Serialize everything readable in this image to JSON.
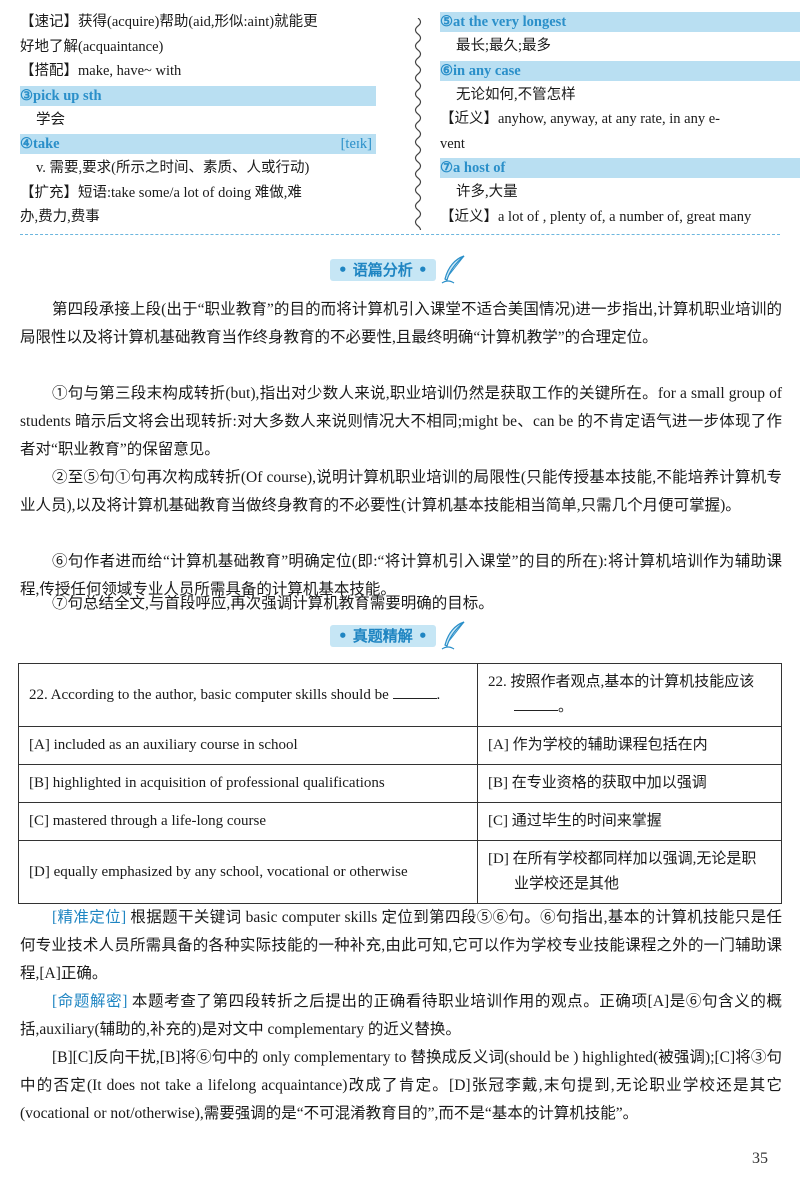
{
  "vocab_left": {
    "suji": "【速记】获得(acquire)帮助(aid,形似:aint)就能更",
    "suji_cont": "好地了解(acquaintance)",
    "dapei": "【搭配】make, have~ with",
    "item3": "③pick up sth",
    "item3_meaning": "学会",
    "item4": "④take",
    "item4_phonetic": "[teɪk]",
    "item4_meaning": "v. 需要,要求(所示之时间、素质、人或行动)",
    "kuochong": "【扩充】短语:take some/a lot of doing 难做,难",
    "kuochong_cont": "办,费力,费事"
  },
  "vocab_right": {
    "item5": "⑤at the very longest",
    "item5_meaning": "最长;最久;最多",
    "item6": "⑥in any case",
    "item6_meaning": "无论如何,不管怎样",
    "jinyi1": "【近义】anyhow, anyway, at any rate, in any e-",
    "jinyi1_cont": "vent",
    "item7": "⑦a host of",
    "item7_meaning": "许多,大量",
    "jinyi2": "【近义】a lot of , plenty of, a number of, great many"
  },
  "section1": {
    "title": "• 语篇分析 •"
  },
  "analysis": {
    "p1": "第四段承接上段(出于“职业教育”的目的而将计算机引入课堂不适合美国情况)进一步指出,计算机职业培训的局限性以及将计算机基础教育当作终身教育的不必要性,且最终明确“计算机教学”的合理定位。",
    "p2": "①句与第三段末构成转折(but),指出对少数人来说,职业培训仍然是获取工作的关键所在。for a small group of students 暗示后文将会出现转折:对大多数人来说则情况大不相同;might be、can be 的不肯定语气进一步体现了作者对“职业教育”的保留意见。",
    "p3": "②至⑤句①句再次构成转折(Of course),说明计算机职业培训的局限性(只能传授基本技能,不能培养计算机专业人员),以及将计算机基础教育当做终身教育的不必要性(计算机基本技能相当简单,只需几个月便可掌握)。",
    "p4": "⑥句作者进而给“计算机基础教育”明确定位(即:“将计算机引入课堂”的目的所在):将计算机培训作为辅助课程,传授任何领域专业人员所需具备的计算机基本技能。",
    "p5": "⑦句总结全文,与首段呼应,再次强调计算机教育需要明确的目标。"
  },
  "section2": {
    "title": "• 真题精解 •"
  },
  "question": {
    "en_stem": "22. According to the author, basic computer skills should be",
    "en_stem_end": ".",
    "cn_stem": "22. 按照作者观点,基本的计算机技能应该",
    "cn_stem_end": "。",
    "options": [
      {
        "en": "[A] included as an auxiliary course in school",
        "cn": "[A] 作为学校的辅助课程包括在内"
      },
      {
        "en": "[B] highlighted in acquisition of professional qualifications",
        "cn": "[B] 在专业资格的获取中加以强调"
      },
      {
        "en": "[C] mastered through a life-long course",
        "cn": "[C] 通过毕生的时间来掌握"
      },
      {
        "en": "[D] equally emphasized by any school, vocational or otherwise",
        "cn": "[D] 在所有学校都同样加以强调,无论是职业学校还是其他"
      }
    ]
  },
  "explain": {
    "tag1": "[精准定位]",
    "text1": " 根据题干关键词 basic computer skills 定位到第四段⑤⑥句。⑥句指出,基本的计算机技能只是任何专业技术人员所需具备的各种实际技能的一种补充,由此可知,它可以作为学校专业技能课程之外的一门辅助课程,[A]正确。",
    "tag2": "[命题解密]",
    "text2": " 本题考查了第四段转折之后提出的正确看待职业培训作用的观点。正确项[A]是⑥句含义的概括,auxiliary(辅助的,补充的)是对文中 complementary 的近义替换。",
    "text3": "[B][C]反向干扰,[B]将⑥句中的 only complementary to 替换成反义词(should be ) highlighted(被强调);[C]将③句中的否定(It does not take a lifelong acquaintance)改成了肯定。[D]张冠李戴,末句提到,无论职业学校还是其它(vocational or not/otherwise),需要强调的是“不可混淆教育目的”,而不是“基本的计算机技能”。"
  },
  "page_number": "35",
  "colors": {
    "accent": "#2a8fc9",
    "highlight": "#b9dff2"
  }
}
